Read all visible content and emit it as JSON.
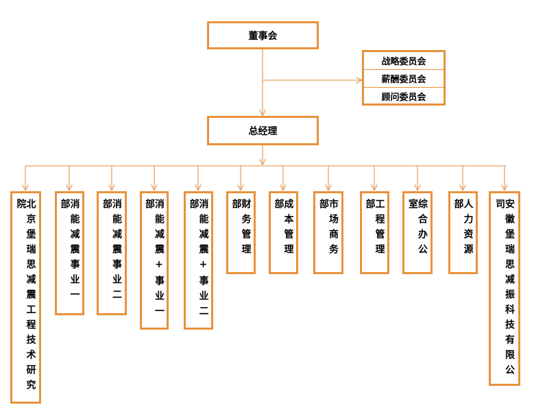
{
  "board": "董事会",
  "committees": [
    "战略委员会",
    "薪酬委员会",
    "顾问委员会"
  ],
  "general_manager": "总经理",
  "departments": [
    "北京堡瑞思减震工程技术研究院",
    "消能减震事业一部",
    "消能减震事业二部",
    "消能减震+事业一部",
    "消能减震+事业二部",
    "财务管理部",
    "成本管理部",
    "市场商务部",
    "工程管理部",
    "综合办公室",
    "人力资源部",
    "安徽堡瑞思减振科技有限公司"
  ],
  "colors": {
    "border": "#e8913c",
    "line": "#e8a060",
    "text": "#000000"
  }
}
